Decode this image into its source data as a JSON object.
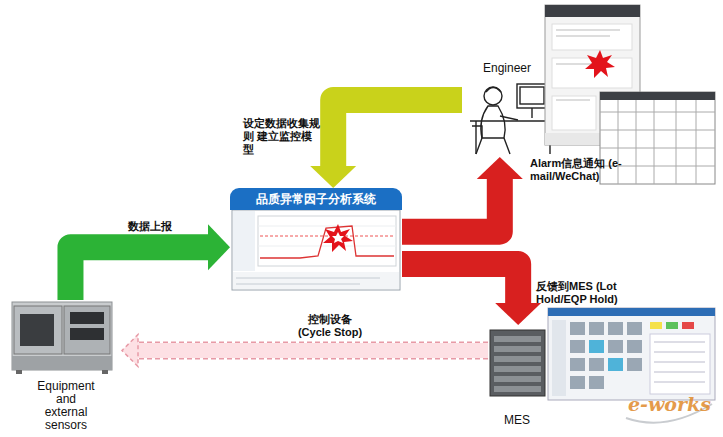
{
  "diagram": {
    "nodes": [
      {
        "text": [
          "Equipment and external sensors"
        ]
      },
      {
        "text": [
          "品质异常因子分析系统"
        ]
      },
      {
        "text": [
          "Engineer"
        ]
      },
      {
        "text": [
          "MES"
        ]
      }
    ],
    "edges": [
      {
        "from": 0,
        "to": 1,
        "arrow": "to",
        "label": "数据上报"
      },
      {
        "from": 2,
        "to": 1,
        "arrow": "to",
        "label": "设定数据收集规则 建立监控模型"
      },
      {
        "from": 1,
        "to": 2,
        "arrow": "to",
        "label": "Alarm信息通知 (e-mail/WeChat)"
      },
      {
        "from": 1,
        "to": 3,
        "arrow": "to",
        "label": "反馈到MES (Lot Hold/EQP Hold)"
      },
      {
        "from": 3,
        "to": 0,
        "arrow": "to",
        "label": "控制设备 (Cycle Stop)"
      }
    ],
    "labels": [
      "e-works"
    ]
  }
}
